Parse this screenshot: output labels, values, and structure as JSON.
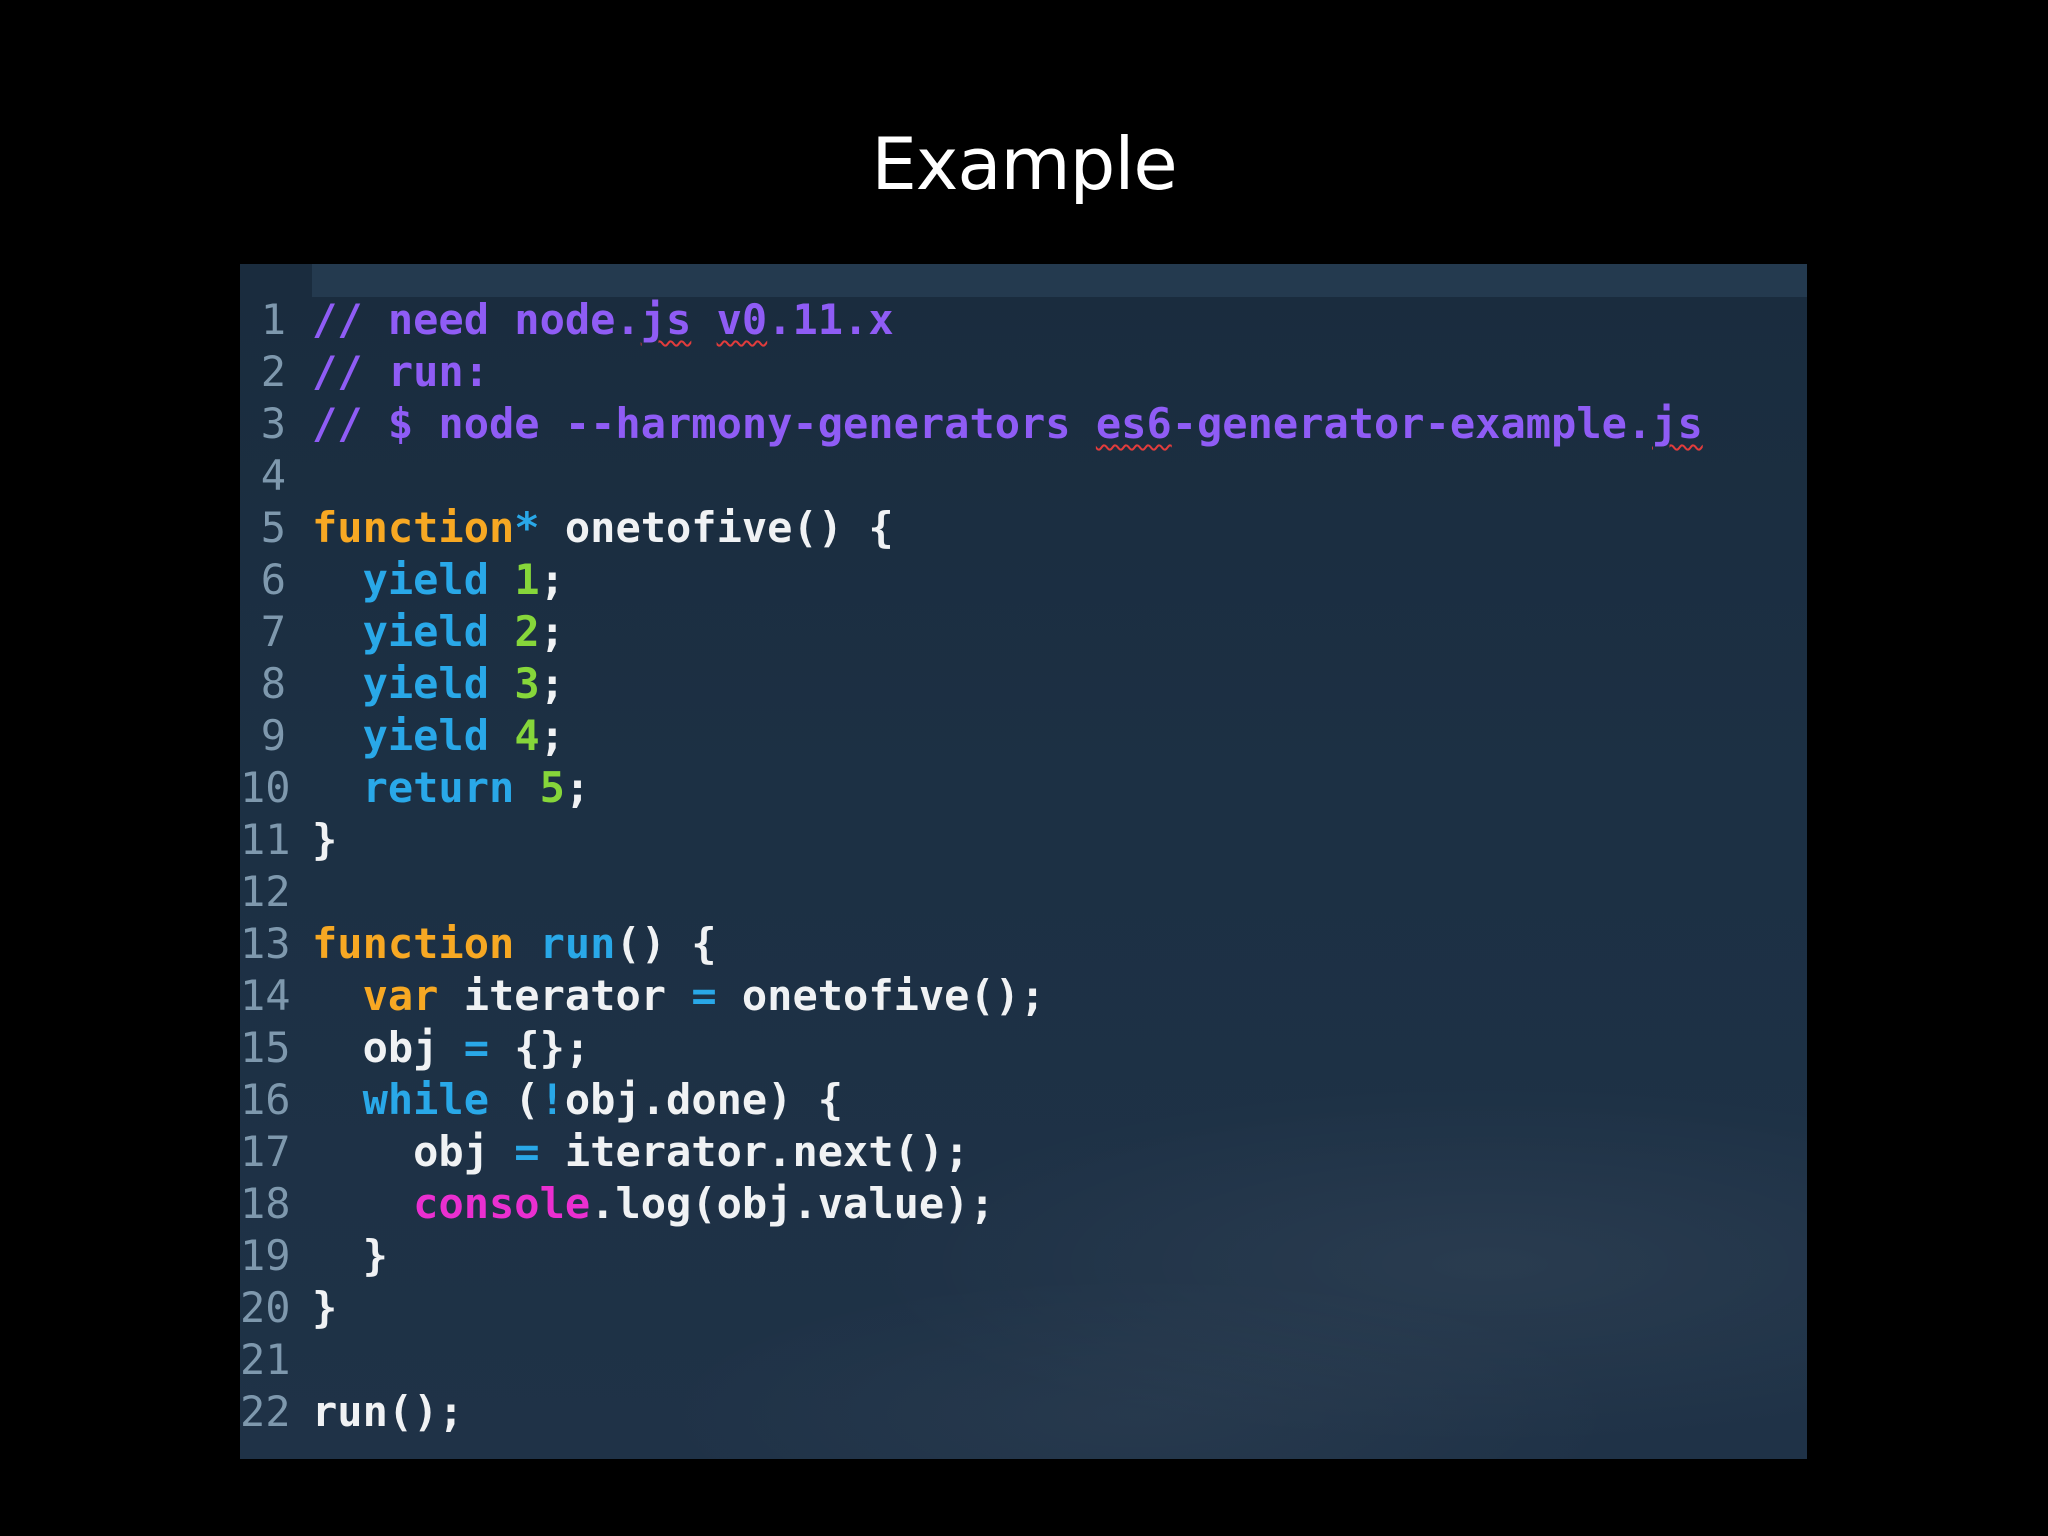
{
  "slide": {
    "title": "Example"
  },
  "editor": {
    "lines": [
      {
        "no": "1",
        "tokens": [
          {
            "text": "// need node.",
            "type": "comment"
          },
          {
            "text": "js",
            "type": "spell"
          },
          {
            "text": " ",
            "type": "comment"
          },
          {
            "text": "v0",
            "type": "spell"
          },
          {
            "text": ".11.x",
            "type": "comment"
          }
        ]
      },
      {
        "no": "2",
        "tokens": [
          {
            "text": "// run:",
            "type": "comment"
          }
        ]
      },
      {
        "no": "3",
        "tokens": [
          {
            "text": "// $ node --harmony-generators ",
            "type": "comment"
          },
          {
            "text": "es6",
            "type": "spell"
          },
          {
            "text": "-generator-example.",
            "type": "comment"
          },
          {
            "text": "js",
            "type": "spell"
          }
        ]
      },
      {
        "no": "4",
        "tokens": []
      },
      {
        "no": "5",
        "tokens": [
          {
            "text": "function",
            "type": "keyword"
          },
          {
            "text": "*",
            "type": "star"
          },
          {
            "text": " onetofive() {",
            "type": "plain"
          }
        ]
      },
      {
        "no": "6",
        "tokens": [
          {
            "text": "  ",
            "type": "plain"
          },
          {
            "text": "yield",
            "type": "flow"
          },
          {
            "text": " ",
            "type": "plain"
          },
          {
            "text": "1",
            "type": "num"
          },
          {
            "text": ";",
            "type": "plain"
          }
        ]
      },
      {
        "no": "7",
        "tokens": [
          {
            "text": "  ",
            "type": "plain"
          },
          {
            "text": "yield",
            "type": "flow"
          },
          {
            "text": " ",
            "type": "plain"
          },
          {
            "text": "2",
            "type": "num"
          },
          {
            "text": ";",
            "type": "plain"
          }
        ]
      },
      {
        "no": "8",
        "tokens": [
          {
            "text": "  ",
            "type": "plain"
          },
          {
            "text": "yield",
            "type": "flow"
          },
          {
            "text": " ",
            "type": "plain"
          },
          {
            "text": "3",
            "type": "num"
          },
          {
            "text": ";",
            "type": "plain"
          }
        ]
      },
      {
        "no": "9",
        "tokens": [
          {
            "text": "  ",
            "type": "plain"
          },
          {
            "text": "yield",
            "type": "flow"
          },
          {
            "text": " ",
            "type": "plain"
          },
          {
            "text": "4",
            "type": "num"
          },
          {
            "text": ";",
            "type": "plain"
          }
        ]
      },
      {
        "no": "10",
        "tokens": [
          {
            "text": "  ",
            "type": "plain"
          },
          {
            "text": "return",
            "type": "flow"
          },
          {
            "text": " ",
            "type": "plain"
          },
          {
            "text": "5",
            "type": "num"
          },
          {
            "text": ";",
            "type": "plain"
          }
        ]
      },
      {
        "no": "11",
        "tokens": [
          {
            "text": "}",
            "type": "plain"
          }
        ]
      },
      {
        "no": "12",
        "tokens": []
      },
      {
        "no": "13",
        "tokens": [
          {
            "text": "function",
            "type": "keyword"
          },
          {
            "text": " ",
            "type": "plain"
          },
          {
            "text": "run",
            "type": "flow"
          },
          {
            "text": "() {",
            "type": "plain"
          }
        ]
      },
      {
        "no": "14",
        "tokens": [
          {
            "text": "  ",
            "type": "plain"
          },
          {
            "text": "var",
            "type": "keyword"
          },
          {
            "text": " iterator ",
            "type": "plain"
          },
          {
            "text": "=",
            "type": "op"
          },
          {
            "text": " onetofive();",
            "type": "plain"
          }
        ]
      },
      {
        "no": "15",
        "tokens": [
          {
            "text": "  obj ",
            "type": "plain"
          },
          {
            "text": "=",
            "type": "op"
          },
          {
            "text": " {};",
            "type": "plain"
          }
        ]
      },
      {
        "no": "16",
        "tokens": [
          {
            "text": "  ",
            "type": "plain"
          },
          {
            "text": "while",
            "type": "flow"
          },
          {
            "text": " (",
            "type": "plain"
          },
          {
            "text": "!",
            "type": "op"
          },
          {
            "text": "obj.done) {",
            "type": "plain"
          }
        ]
      },
      {
        "no": "17",
        "tokens": [
          {
            "text": "    obj ",
            "type": "plain"
          },
          {
            "text": "=",
            "type": "op"
          },
          {
            "text": " iterator.next();",
            "type": "plain"
          }
        ]
      },
      {
        "no": "18",
        "tokens": [
          {
            "text": "    ",
            "type": "plain"
          },
          {
            "text": "console",
            "type": "console"
          },
          {
            "text": ".log(obj.value);",
            "type": "plain"
          }
        ]
      },
      {
        "no": "19",
        "tokens": [
          {
            "text": "  }",
            "type": "plain"
          }
        ]
      },
      {
        "no": "20",
        "tokens": [
          {
            "text": "}",
            "type": "plain"
          }
        ]
      },
      {
        "no": "21",
        "tokens": []
      },
      {
        "no": "22",
        "tokens": [
          {
            "text": "run();",
            "type": "plain"
          }
        ]
      }
    ]
  },
  "colors": {
    "background": "#000000",
    "editor_bg": "#1c3044",
    "comment": "#8f5cf5",
    "keyword": "#f7a823",
    "flow": "#29a8e8",
    "number": "#86d63a",
    "console": "#ea2fd0",
    "plain": "#f0f2f4",
    "line_number": "#7e98ad",
    "spellcheck_underline": "#e23c3c"
  }
}
